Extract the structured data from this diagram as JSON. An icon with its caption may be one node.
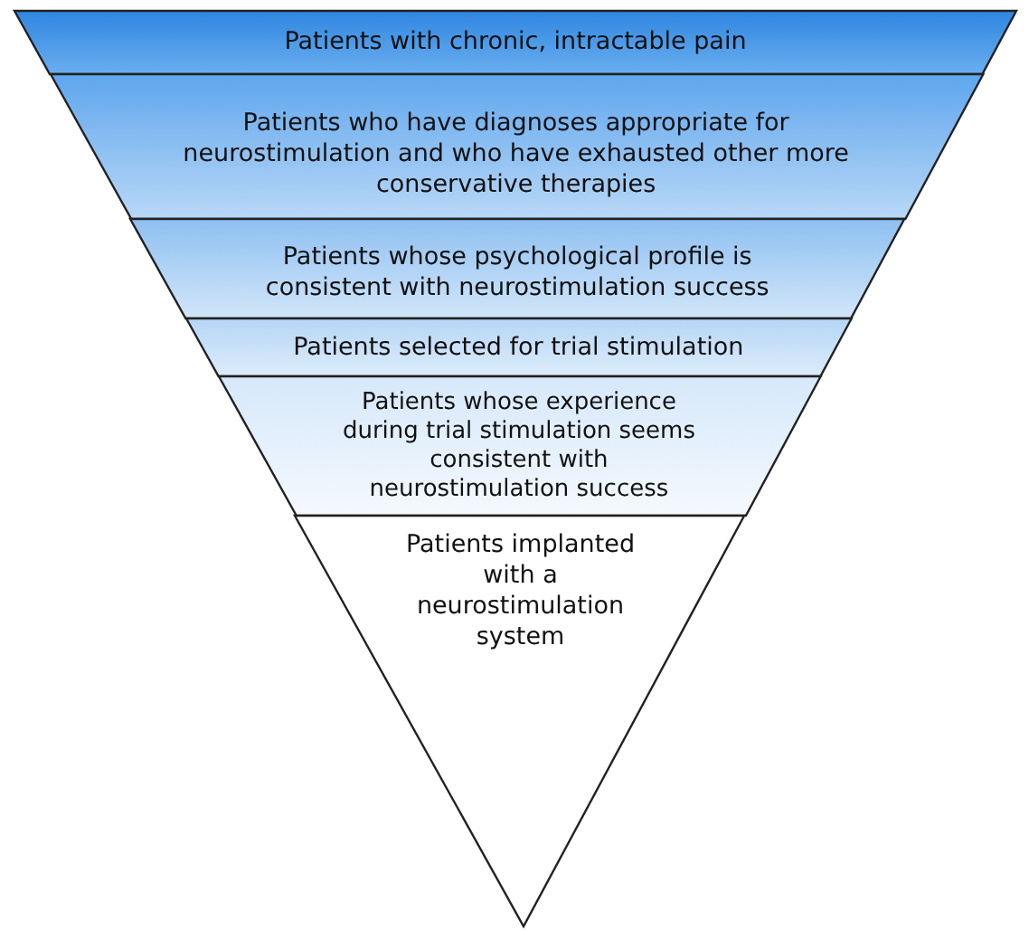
{
  "diagram": {
    "nodes": [
      {
        "text": [
          "Patients with chronic, intractable pain"
        ]
      },
      {
        "text": [
          "Patients who have diagnoses appropriate for neurostimulation and who have exhausted other more conservative therapies"
        ]
      },
      {
        "text": [
          "Patients whose psychological profile is consistent with neurostimulation success"
        ]
      },
      {
        "text": [
          "Patients selected for trial stimulation"
        ]
      },
      {
        "text": [
          "Patients whose experience during trial stimulation seems consistent with neurostimulation success"
        ]
      },
      {
        "text": [
          "Patients implanted with a neurostimulation system"
        ]
      }
    ]
  }
}
